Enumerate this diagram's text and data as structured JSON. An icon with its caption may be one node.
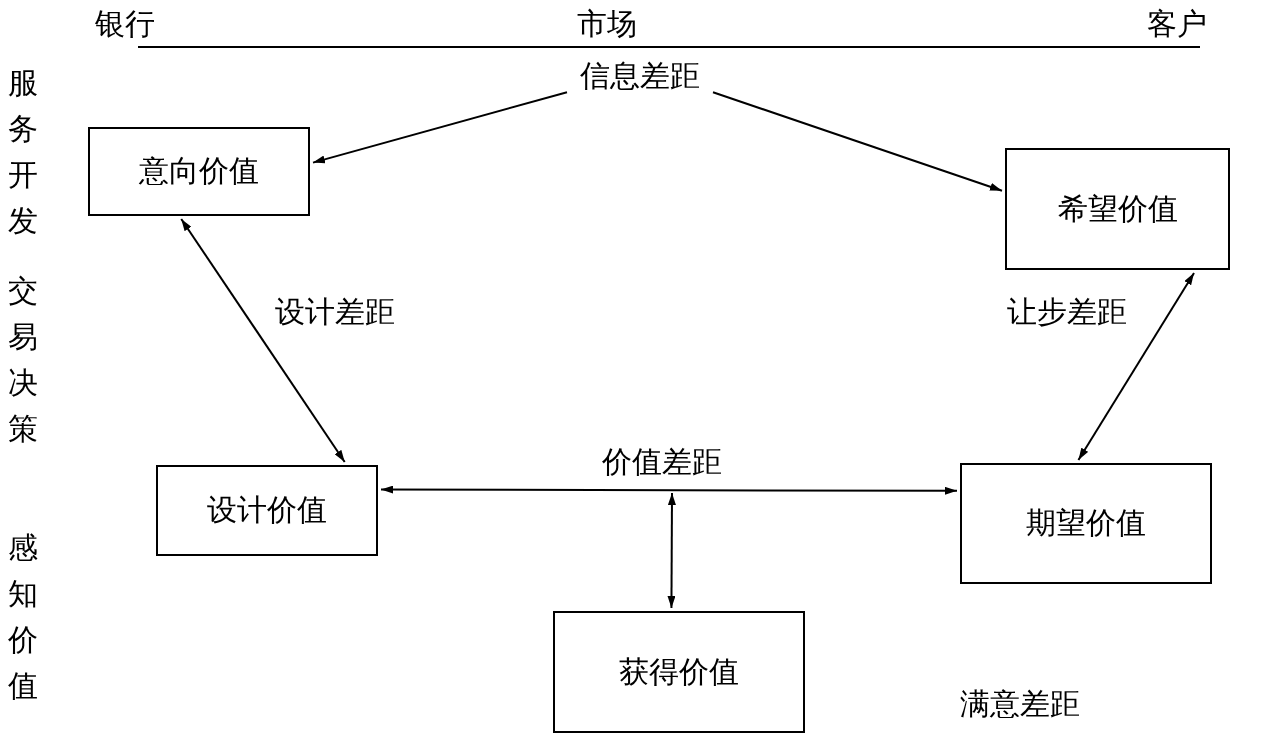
{
  "diagram": {
    "nodes": [
      {
        "text": [
          "信息差距"
        ]
      },
      {
        "text": [
          "意向价值"
        ]
      },
      {
        "text": [
          "希望价值"
        ]
      },
      {
        "text": [
          "设计价值"
        ]
      },
      {
        "text": [
          "期望价值"
        ]
      },
      {
        "text": [
          "获得价值"
        ]
      }
    ],
    "edges": [
      {
        "from": 0,
        "to": 1,
        "arrow": "to"
      },
      {
        "from": 0,
        "to": 2,
        "arrow": "to"
      },
      {
        "from": 1,
        "to": 3,
        "arrow": "both",
        "label": "设计差距"
      },
      {
        "from": 2,
        "to": 4,
        "arrow": "both",
        "label": "让步差距"
      },
      {
        "from": 3,
        "to": 4,
        "arrow": "both",
        "label": "价值差距"
      },
      {
        "from": null,
        "to": 5,
        "arrow": "both"
      }
    ],
    "labels": [
      "银行",
      "市场",
      "客户",
      "服务开发",
      "交易决策",
      "感知价值",
      "满意差距"
    ]
  }
}
